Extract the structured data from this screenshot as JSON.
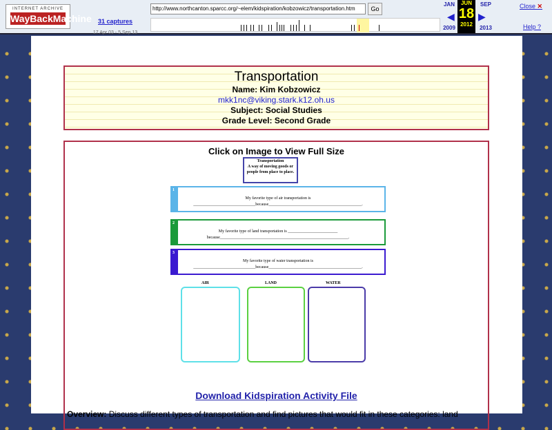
{
  "wayback": {
    "logo_top": "INTERNET ARCHIVE",
    "logo_main": "WayBackMachine",
    "captures": "31 captures",
    "range": "17 Apr 03 - 5 Sep 13",
    "url": "http://www.northcanton.sparcc.org/~elem/kidspiration/kobzowicz/transportation.htm",
    "go": "Go",
    "prev_month": "JAN",
    "cur_month": "JUN",
    "next_month": "SEP",
    "day": "18",
    "prev_year": "2009",
    "cur_year": "2012",
    "next_year": "2013",
    "close": "Close",
    "help": "Help ?"
  },
  "header": {
    "title": "Transportation",
    "name": "Name: Kim Kobzowicz",
    "email": "mkk1nc@viking.stark.k12.oh.us",
    "subject": "Subject: Social Studies",
    "grade": "Grade Level: Second Grade"
  },
  "activity": {
    "click_label": "Click on Image to View Full Size",
    "definition_title": "Transportation",
    "definition": "A way of moving goods or people from place to place.",
    "questions": [
      {
        "num": "1",
        "line1": "My favorite type of air transportation is",
        "line2": "______________________________because_____________________________________________.",
        "color": "#5ab4e8"
      },
      {
        "num": "2",
        "line1": "My favorite type of land transportation is ________________________",
        "line2": "because______________________________________________________________.",
        "color": "#1a9a3a"
      },
      {
        "num": "3",
        "line1": "My favorite type of water transportation is",
        "line2": "______________________________because_____________________________________________.",
        "color": "#3a1ad0"
      }
    ],
    "categories": [
      {
        "label": "AIR",
        "color": "#5ee0e8"
      },
      {
        "label": "LAND",
        "color": "#5ad040"
      },
      {
        "label": "WATER",
        "color": "#4a3aa8"
      }
    ],
    "download": "Download Kidspiration Activity File"
  },
  "overview": {
    "label": "Overview:",
    "text": " Discuss different types of transportation and find pictures that would fit in these categories: land"
  }
}
